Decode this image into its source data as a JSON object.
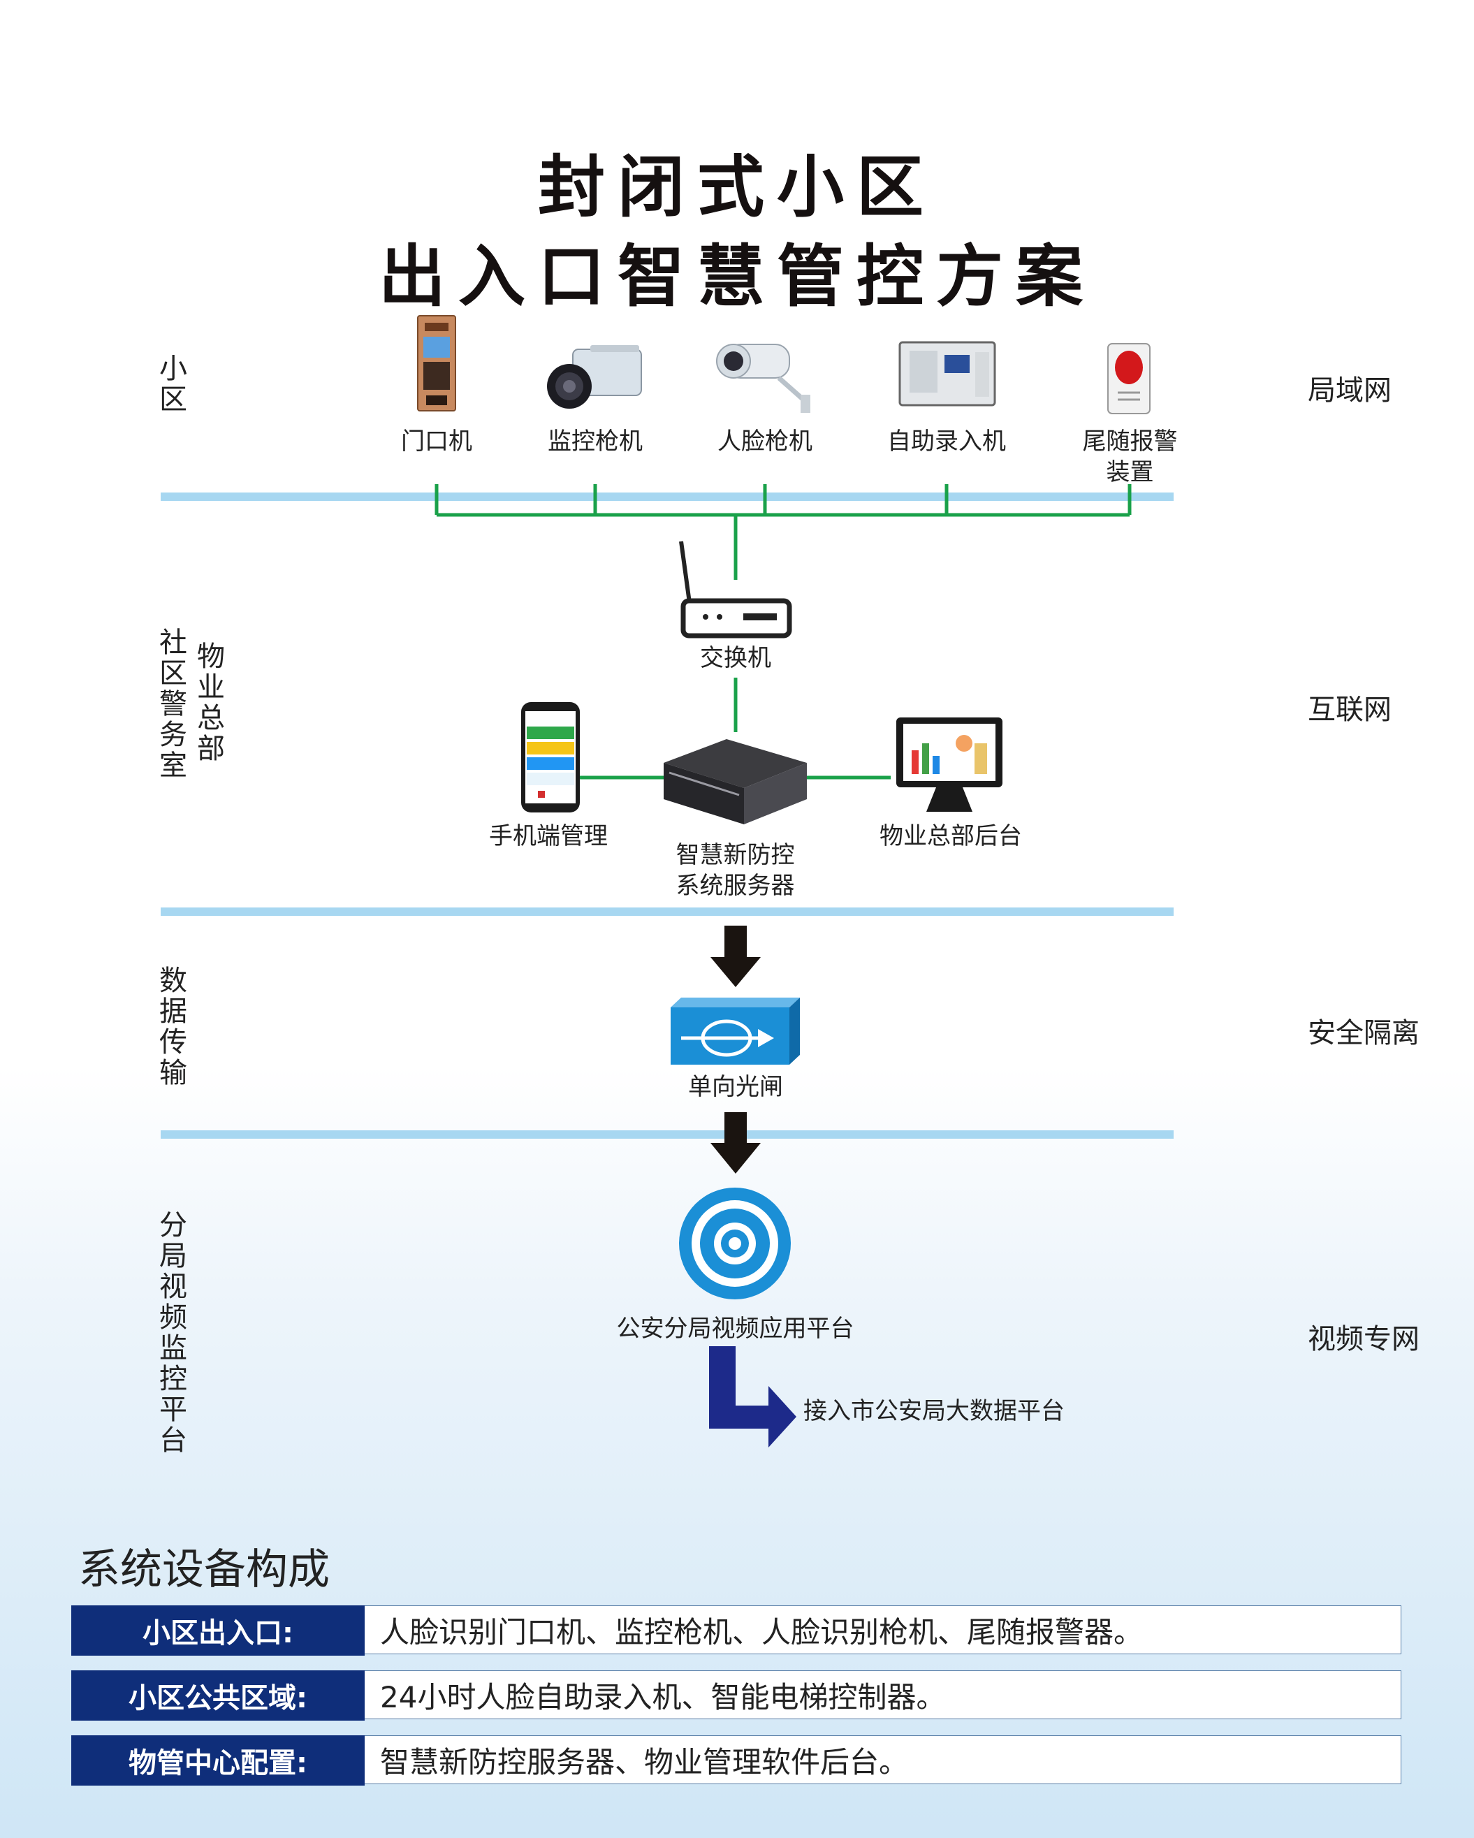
{
  "title": {
    "line1": "封闭式小区",
    "line2": "出入口智慧管控方案"
  },
  "side_labels": {
    "community": "小区",
    "police_room": "社区警务室",
    "property_hq": "物业总部",
    "data_transfer": "数据传输",
    "bureau_platform": "分局视频监控平台"
  },
  "network_labels": {
    "lan": "局域网",
    "internet": "互联网",
    "isolation": "安全隔离",
    "video_net": "视频专网"
  },
  "devices": {
    "door_machine": "门口机",
    "monitor_camera": "监控枪机",
    "face_camera": "人脸枪机",
    "self_register": "自助录入机",
    "tailgate_alarm_1": "尾随报警",
    "tailgate_alarm_2": "装置",
    "switch": "交换机",
    "mobile": "手机端管理",
    "server_1": "智慧新防控",
    "server_2": "系统服务器",
    "backend": "物业总部后台",
    "gate": "单向光闸",
    "platform": "公安分局视频应用平台",
    "city_bigdata": "接入市公安局大数据平台"
  },
  "colors": {
    "line_green": "#1aa14a",
    "separator": "#a7d7f1",
    "config_key_bg": "#0f2e7a",
    "gate_blue": "#1b8fd6",
    "arrow_navy": "#1d2a8a"
  },
  "config": {
    "title": "系统设备构成",
    "rows": [
      {
        "key": "小区出入口:",
        "value": "人脸识别门口机、监控枪机、人脸识别枪机、尾随报警器。"
      },
      {
        "key": "小区公共区域:",
        "value": "24小时人脸自助录入机、智能电梯控制器。"
      },
      {
        "key": "物管中心配置:",
        "value": "智慧新防控服务器、物业管理软件后台。"
      }
    ]
  }
}
